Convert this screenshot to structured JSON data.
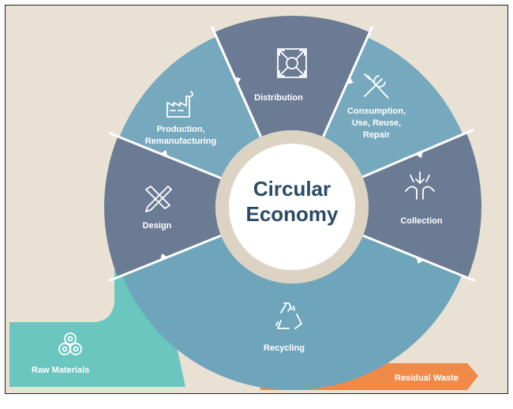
{
  "center": {
    "line1": "Circular",
    "line2": "Economy"
  },
  "segments": [
    {
      "name": "distribution",
      "lines": [
        "Distribution"
      ],
      "icon": "arrows-out-icon"
    },
    {
      "name": "consumption",
      "lines": [
        "Consumption,",
        "Use, Reuse,",
        "Repair"
      ],
      "icon": "wrench-screwdriver-icon"
    },
    {
      "name": "collection",
      "lines": [
        "Collection"
      ],
      "icon": "collection-funnel-icon"
    },
    {
      "name": "recycling",
      "lines": [
        "Recycling"
      ],
      "icon": "recycle-icon"
    },
    {
      "name": "design",
      "lines": [
        "Design"
      ],
      "icon": "pencil-ruler-icon"
    },
    {
      "name": "production",
      "lines": [
        "Production,",
        "Remanufacturing"
      ],
      "icon": "factory-icon"
    }
  ],
  "raw_materials": {
    "label": "Raw Materials",
    "icon": "log-roll-icon"
  },
  "residual_waste": {
    "label": "Residual Waste"
  },
  "colors": {
    "background": "#e9e1d4",
    "dark_segment": "#6b7b94",
    "light_segment": "#76a9be",
    "recycling_segment": "#6fa5bb",
    "raw_materials": "#6ac6bf",
    "residual_waste": "#f08a48",
    "center_ring": "#dcd3c3",
    "center_text": "#2b4a66"
  }
}
